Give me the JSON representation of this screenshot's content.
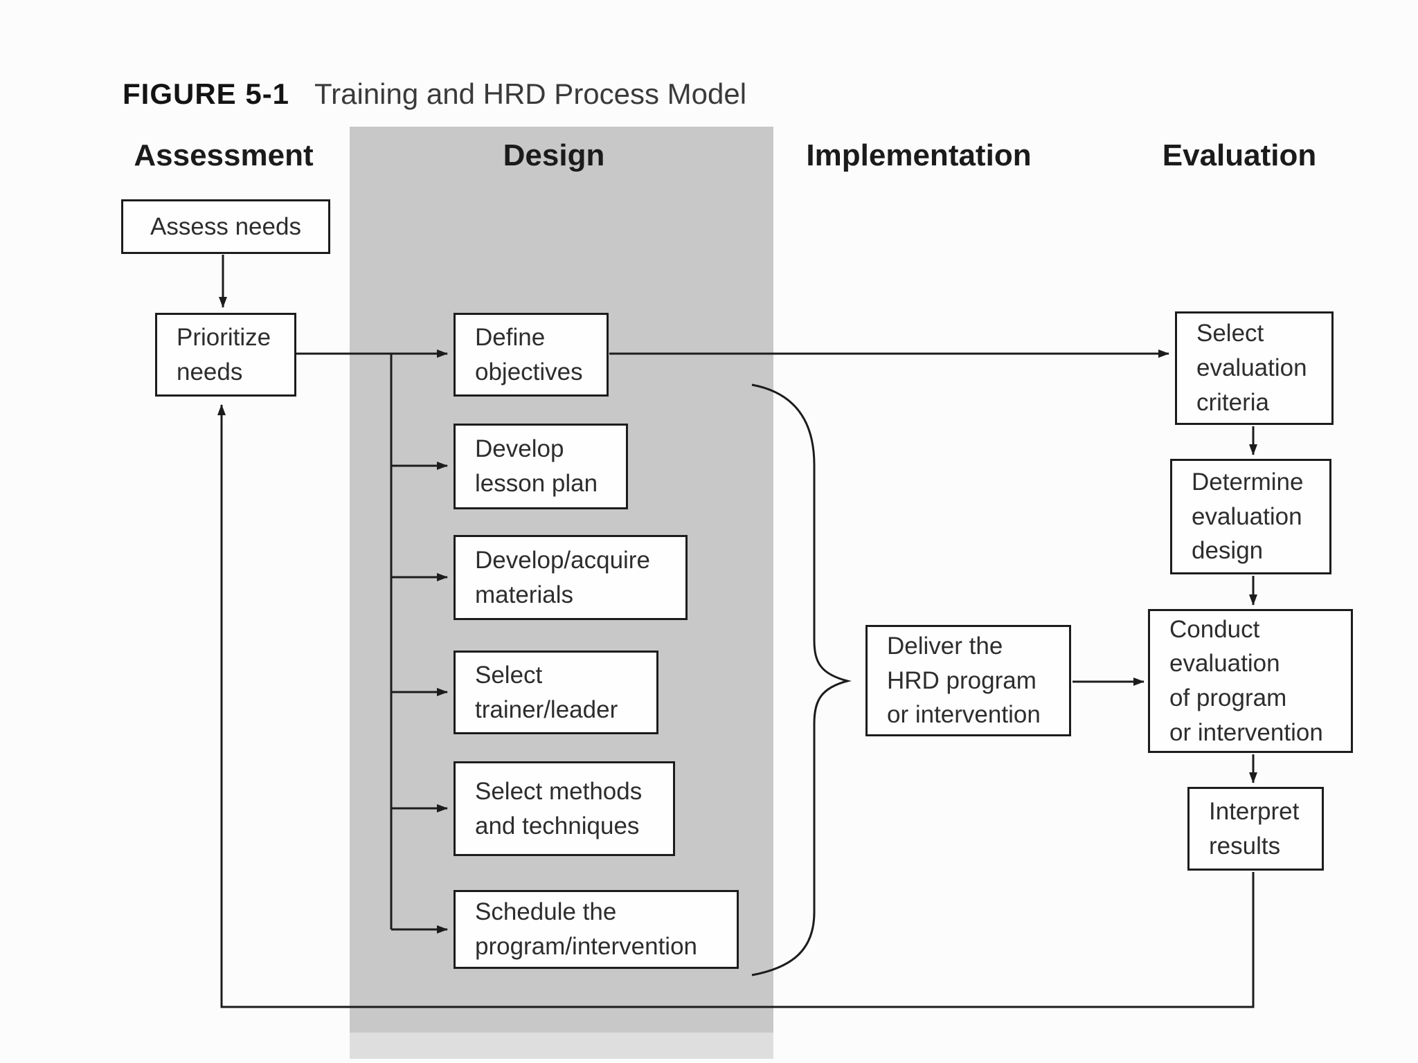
{
  "figure": {
    "label": "FIGURE 5-1",
    "title": "Training and HRD Process Model"
  },
  "columns": {
    "assessment": "Assessment",
    "design": "Design",
    "implementation": "Implementation",
    "evaluation": "Evaluation"
  },
  "nodes": {
    "assess_needs": "Assess needs",
    "prioritize_needs": "Prioritize\nneeds",
    "define_objectives": "Define\nobjectives",
    "develop_lesson_plan": "Develop\nlesson plan",
    "develop_acquire_materials": "Develop/acquire\nmaterials",
    "select_trainer_leader": "Select\ntrainer/leader",
    "select_methods_techniques": "Select methods\nand techniques",
    "schedule_program_intervention": "Schedule the\nprogram/intervention",
    "deliver_hrd_program": "Deliver the\nHRD program\nor intervention",
    "select_evaluation_criteria": "Select\nevaluation\ncriteria",
    "determine_evaluation_design": "Determine\nevaluation\ndesign",
    "conduct_evaluation": "Conduct\nevaluation\nof program\nor intervention",
    "interpret_results": "Interpret\nresults"
  },
  "colors": {
    "page_background": "#fcfcfc",
    "design_band": "#c7c8c7",
    "design_band_tail": "#dedede",
    "box_background": "#fefefe",
    "box_border": "#1c1c1c",
    "connector": "#1c1c1c",
    "node_text": "#2d2d2d",
    "heading_text": "#1b1b1b"
  }
}
